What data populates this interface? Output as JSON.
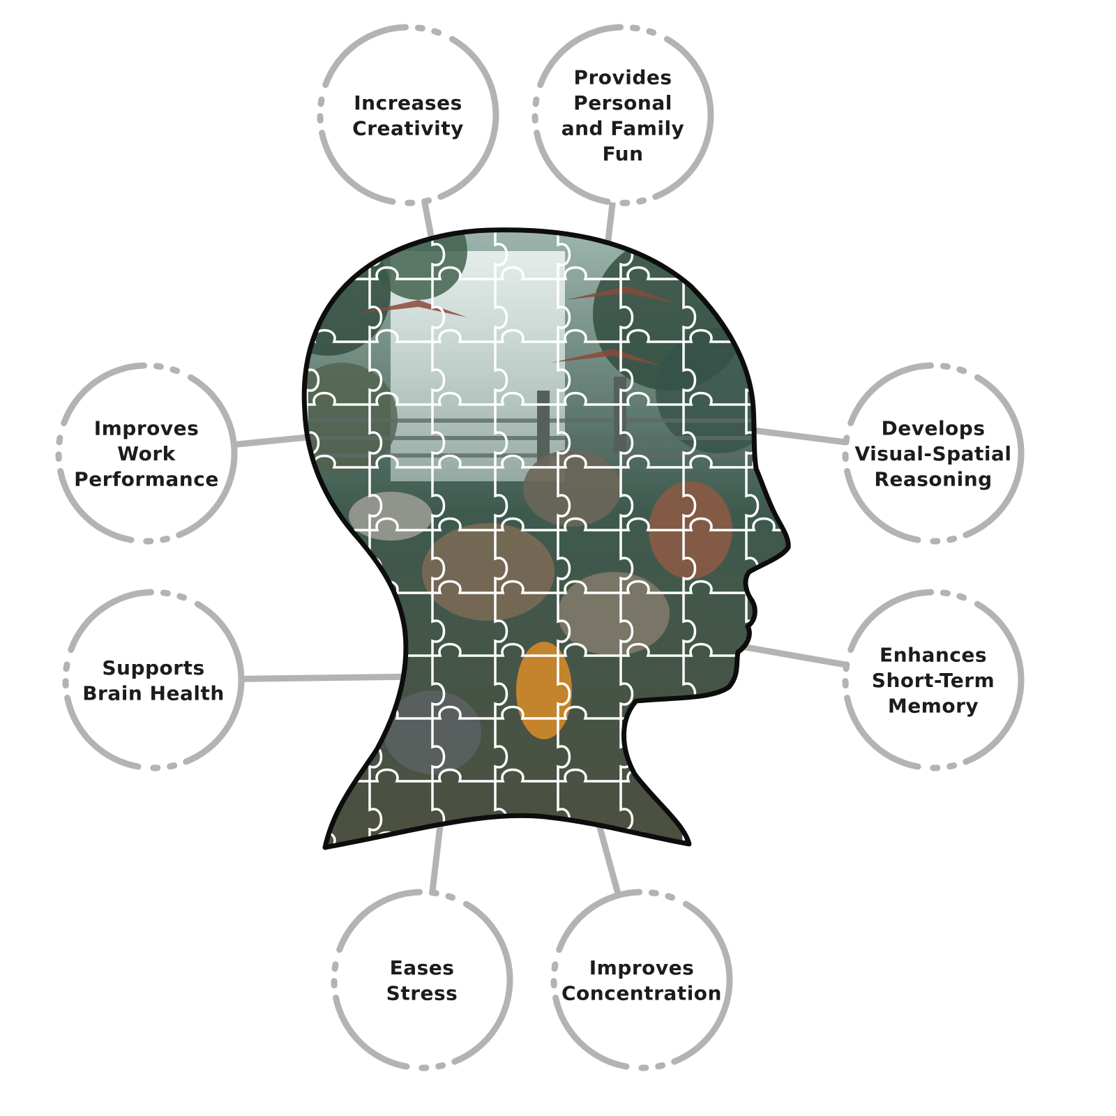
{
  "colors": {
    "background": "#ffffff",
    "circle_stroke": "#b3b3b3",
    "connector": "#b3b3b3",
    "label_text": "#1c1c1c",
    "head_outline": "#0d0d0d",
    "puzzle_lines": "#ffffff",
    "scene_sky": "#9fb7b0",
    "scene_jungle": "#3e5a4e",
    "scene_ground": "#4d4f3f"
  },
  "head_graphic": {
    "icon": "head-profile-puzzle-icon",
    "scene": "dinosaur jungle jigsaw puzzle"
  },
  "benefits": [
    {
      "id": "increases-creativity",
      "lines": [
        "Increases",
        "Creativity"
      ]
    },
    {
      "id": "provides-fun",
      "lines": [
        "Provides",
        "Personal",
        "and Family",
        "Fun"
      ]
    },
    {
      "id": "improves-work-performance",
      "lines": [
        "Improves",
        "Work",
        "Performance"
      ]
    },
    {
      "id": "develops-visual-spatial",
      "lines": [
        "Develops",
        "Visual-Spatial",
        "Reasoning"
      ]
    },
    {
      "id": "supports-brain-health",
      "lines": [
        "Supports",
        "Brain Health"
      ]
    },
    {
      "id": "enhances-short-term-memory",
      "lines": [
        "Enhances",
        "Short-Term",
        "Memory"
      ]
    },
    {
      "id": "eases-stress",
      "lines": [
        "Eases",
        "Stress"
      ]
    },
    {
      "id": "improves-concentration",
      "lines": [
        "Improves",
        "Concentration"
      ]
    }
  ]
}
